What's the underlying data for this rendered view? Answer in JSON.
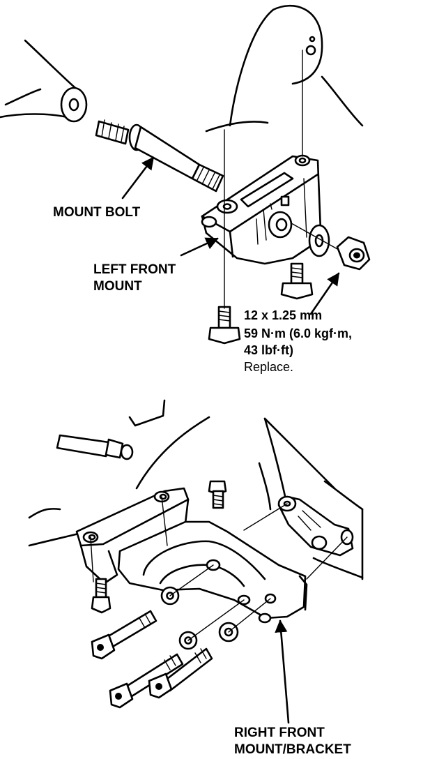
{
  "labels": {
    "mount_bolt": "MOUNT BOLT",
    "left_front_line1": "LEFT FRONT",
    "left_front_line2": "MOUNT",
    "torque_size": "12 x 1.25 mm",
    "torque_metric": "59 N·m (6.0 kgf·m,",
    "torque_imperial": "43 lbf·ft)",
    "torque_note": "Replace.",
    "right_front_line1": "RIGHT FRONT",
    "right_front_line2": "MOUNT/BRACKET"
  }
}
